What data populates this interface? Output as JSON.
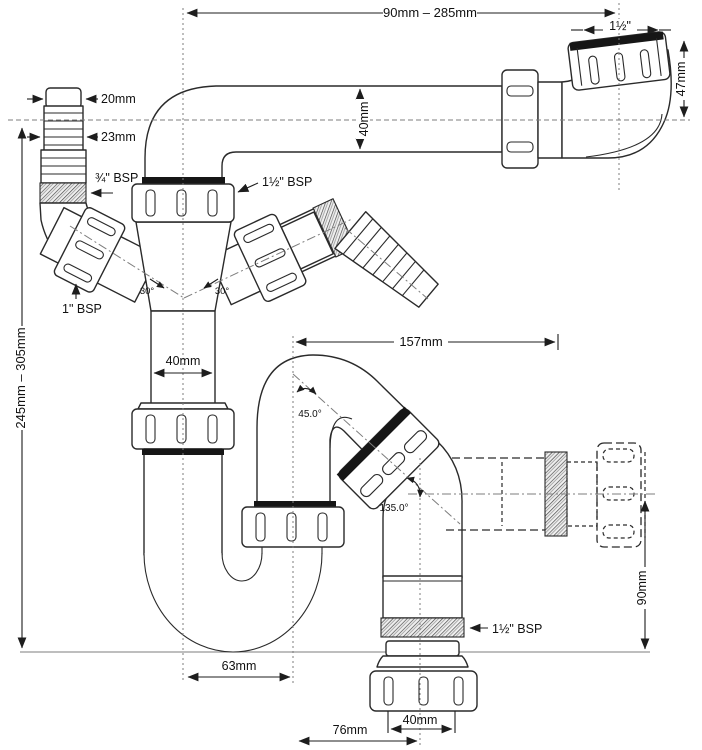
{
  "diagram": {
    "type": "technical-drawing",
    "subject": "sink-trap-pipework-with-dimensions",
    "colors": {
      "line": "#2a2a2a",
      "background": "#ffffff",
      "construction": "#7d7d7d"
    },
    "dimensions": {
      "top_span": "90mm – 285mm",
      "top_nut": "1½\"",
      "drop_47": "47mm",
      "tail_20": "20mm",
      "tail_23": "23mm",
      "thread_34": "¾\" BSP",
      "thread_112_inlet": "1½\" BSP",
      "thread_1": "1\" BSP",
      "angle_left": "30°",
      "angle_right": "30°",
      "pipe_40_horizontal": "40mm",
      "pipe_40_mid": "40mm",
      "height_range": "245mm – 305mm",
      "span_157": "157mm",
      "angle_45": "45.0°",
      "angle_135": "135.0°",
      "height_90": "90mm",
      "offset_63": "63mm",
      "offset_76": "76mm",
      "outlet_40": "40mm",
      "thread_112_outlet": "1½\" BSP"
    }
  }
}
